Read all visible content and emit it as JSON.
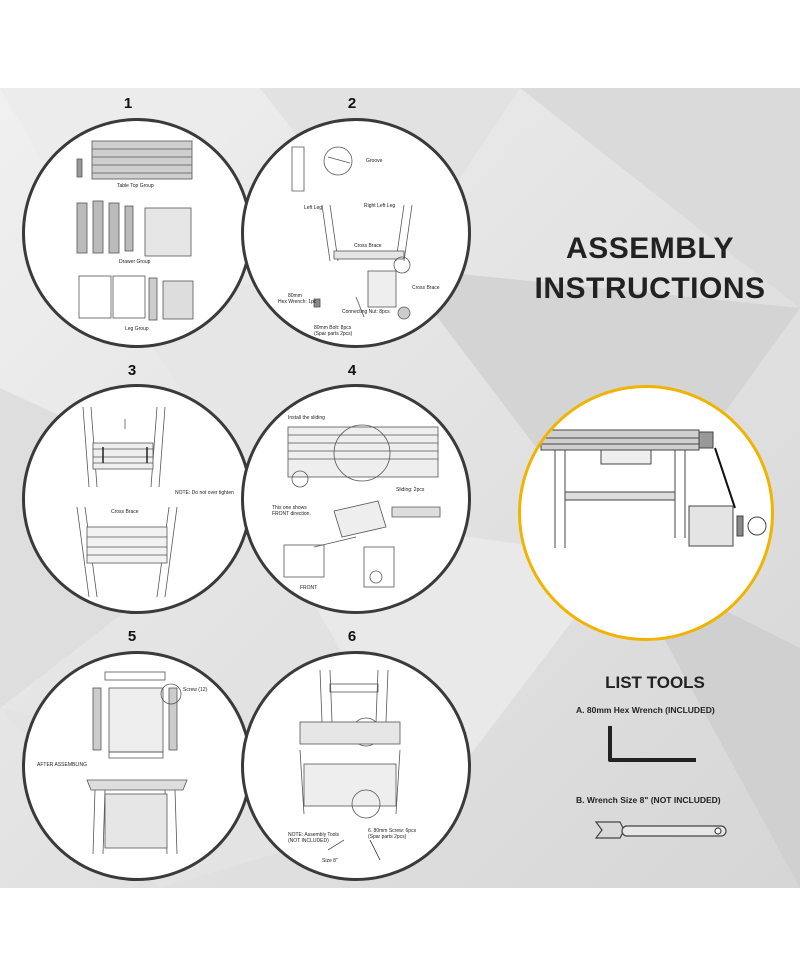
{
  "title": {
    "line1": "ASSEMBLY",
    "line2": "INSTRUCTIONS"
  },
  "steps": [
    {
      "number": "1",
      "labels": {
        "table_top": "Table Top Group",
        "drawer": "Drawer Group",
        "leg": "Leg Group"
      }
    },
    {
      "number": "2",
      "labels": {
        "groove": "Groove",
        "left_leg": "Left Leg",
        "right_leg": "Right Left Leg",
        "cross_brace": "Cross Brace",
        "cross_brace2": "Cross Brace",
        "hex_wrench_size": "80mm",
        "hex_wrench": "Hex Wrench: 1pc",
        "nut": "Connecting Nut: 8pcs",
        "bolt": "80mm Bolt: 8pcs",
        "bolt_spare": "(Spar parts 2pcs)"
      }
    },
    {
      "number": "3",
      "labels": {
        "note": "NOTE: Do not over tighten",
        "cross_brace": "Cross Brace"
      }
    },
    {
      "number": "4",
      "labels": {
        "install": "Install the sliding",
        "sliding": "Sliding: 2pcs",
        "front_note_1": "This one shows",
        "front_note_2": "FRONT direction.",
        "front": "FRONT"
      }
    },
    {
      "number": "5",
      "labels": {
        "screw": "Screw (12)",
        "after": "AFTER ASSEMBLING"
      }
    },
    {
      "number": "6",
      "labels": {
        "note_1": "NOTE: Assembly Tools",
        "note_2": "(NOT INCLUDED)",
        "size": "Size 8\"",
        "screw_1": "6. 80mm Screw: 6pcs",
        "screw_2": "(Spar parts 2pcs)"
      }
    }
  ],
  "tools": {
    "title": "LIST TOOLS",
    "a": "A. 80mm Hex Wrench (INCLUDED)",
    "b": "B. Wrench Size 8\" (NOT INCLUDED)"
  },
  "colors": {
    "accent": "#f0b400",
    "outline": "#3a3a3a",
    "text": "#222222"
  }
}
